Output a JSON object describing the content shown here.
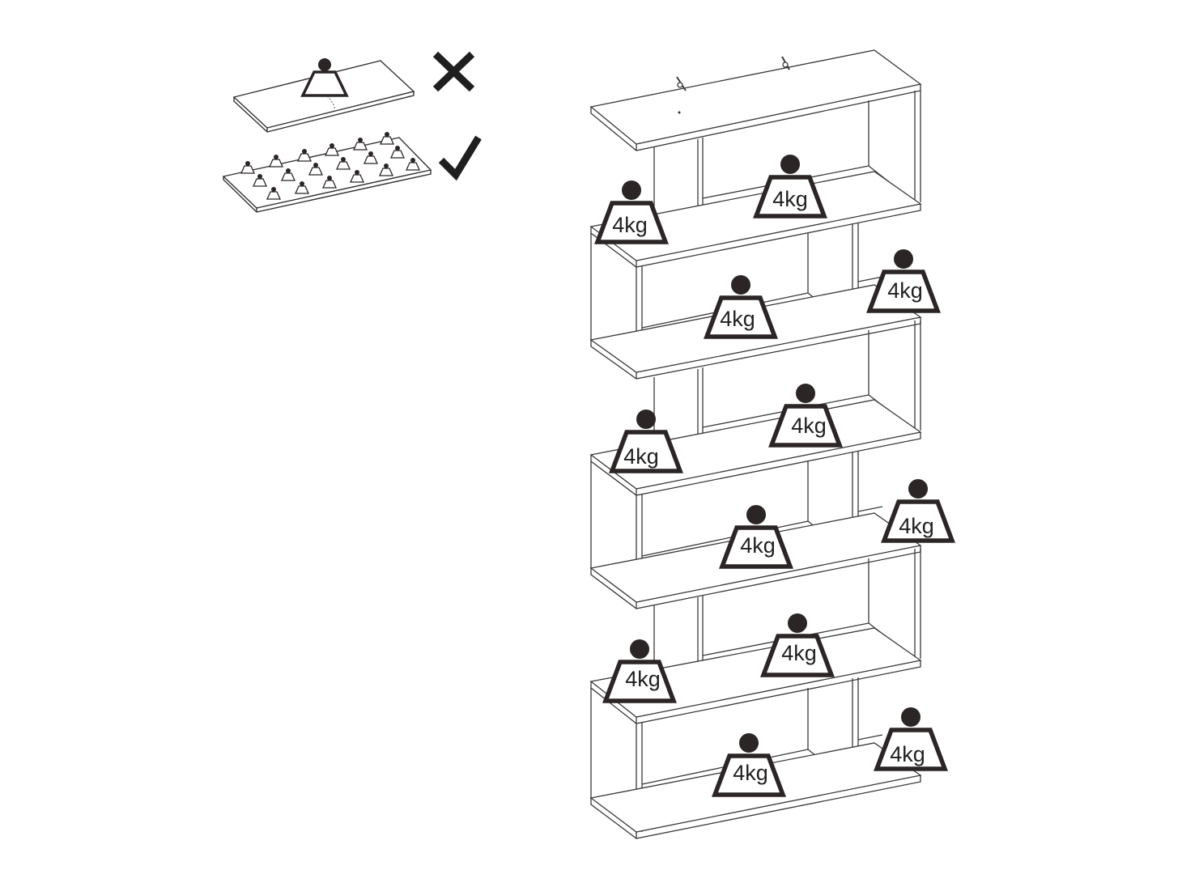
{
  "panel_examples": {
    "incorrect": {
      "weights": 1,
      "symbol": "cross-icon"
    },
    "correct": {
      "weights": 18,
      "symbol": "check-icon"
    }
  },
  "load_labels": [
    "4kg",
    "4kg",
    "4kg",
    "4kg",
    "4kg",
    "4kg",
    "4kg",
    "4kg",
    "4kg",
    "4kg",
    "4kg",
    "4kg"
  ],
  "colors": {
    "ink": "#2b2525",
    "line": "#333333",
    "background": "#ffffff"
  }
}
